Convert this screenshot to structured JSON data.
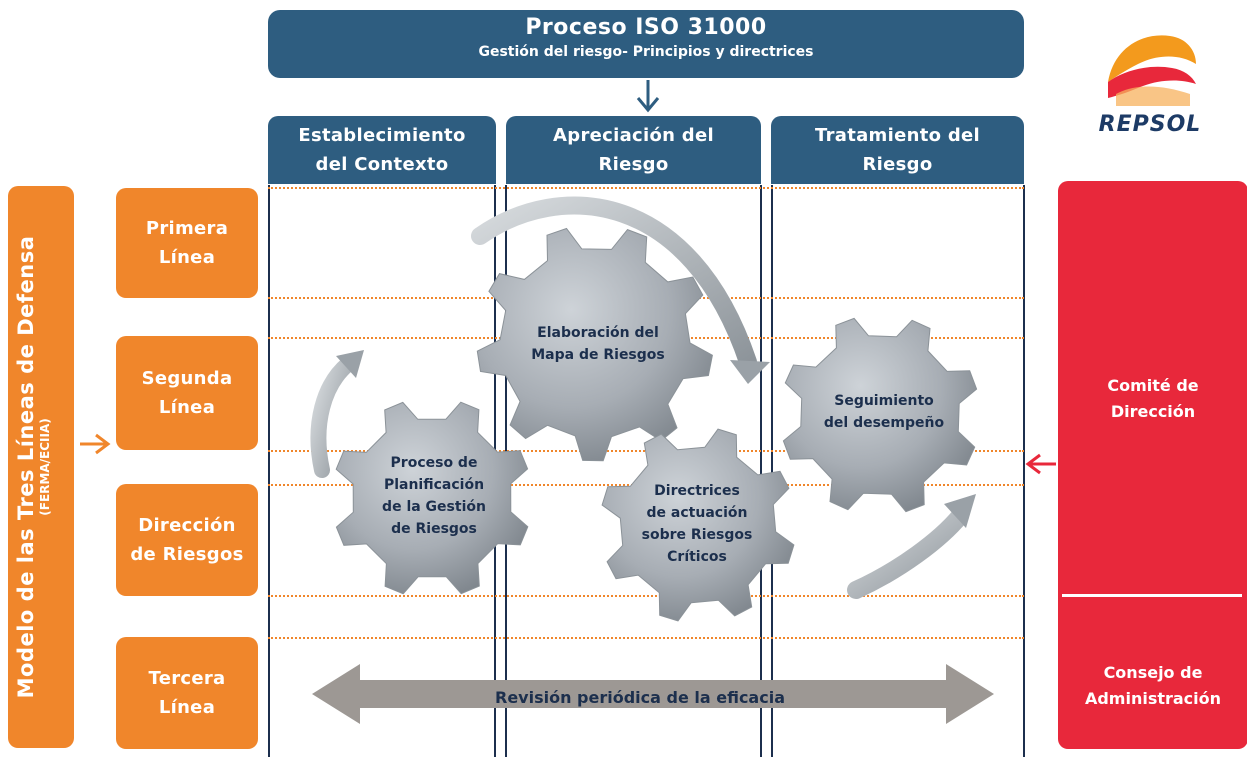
{
  "header": {
    "title": "Proceso ISO 31000",
    "subtitle": "Gestión del riesgo- Principios y directrices"
  },
  "columns": [
    {
      "line1": "Establecimiento",
      "line2": "del Contexto"
    },
    {
      "line1": "Apreciación del",
      "line2": "Riesgo"
    },
    {
      "line1": "Tratamiento del",
      "line2": "Riesgo"
    }
  ],
  "rows": [
    {
      "line1": "Primera",
      "line2": "Línea"
    },
    {
      "line1": "Segunda",
      "line2": "Línea"
    },
    {
      "line1": "Dirección",
      "line2": "de Riesgos"
    },
    {
      "line1": "Tercera",
      "line2": "Línea"
    }
  ],
  "left_panel": {
    "title": "Modelo de las Tres Líneas de Defensa",
    "subtitle": "(FERMA/ECIIA)"
  },
  "right_panel": {
    "upper_line1": "Comité de",
    "upper_line2": "Dirección",
    "lower_line1": "Consejo de",
    "lower_line2": "Administración"
  },
  "gears": {
    "mapa": {
      "line1": "Elaboración del",
      "line2": "Mapa de Riesgos"
    },
    "planificacion": {
      "line1": "Proceso de",
      "line2": "Planificación",
      "line3": "de la Gestión",
      "line4": "de Riesgos"
    },
    "directrices": {
      "line1": "Directrices",
      "line2": "de actuación",
      "line3": "sobre Riesgos",
      "line4": "Críticos"
    },
    "seguimiento": {
      "line1": "Seguimiento",
      "line2": "del desempeño"
    }
  },
  "review_arrow": {
    "label": "Revisión periódica de la eficacia"
  },
  "logo": {
    "text": "REPSOL"
  },
  "colors": {
    "navy": "#2e5d80",
    "orange": "#f0862b",
    "red": "#e8283b",
    "gear_gray": "#a9b0b7",
    "dark_text": "#1c2f4d"
  }
}
